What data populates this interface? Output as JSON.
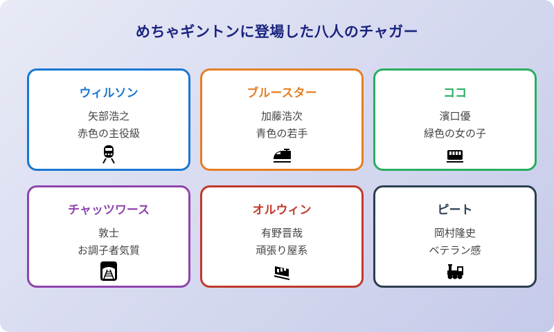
{
  "title": "めちゃギントンに登場した八人のチャガー",
  "colors": {
    "title": "#1a237e",
    "background_start": "#e8eaf6",
    "background_end": "#c5cae9"
  },
  "cards": [
    {
      "name": "ウィルソン",
      "actor": "矢部浩之",
      "role": "赤色の主役級",
      "color": "#1976d2",
      "icon": "train-front-icon"
    },
    {
      "name": "ブルースター",
      "actor": "加藤浩次",
      "role": "青色の若手",
      "color": "#e67e22",
      "icon": "bullet-train-icon"
    },
    {
      "name": "ココ",
      "actor": "濱口優",
      "role": "緑色の女の子",
      "color": "#27ae60",
      "icon": "tram-car-icon"
    },
    {
      "name": "チャッツワース",
      "actor": "敦士",
      "role": "お調子者気質",
      "color": "#8e44ad",
      "icon": "railway-track-icon"
    },
    {
      "name": "オルウィン",
      "actor": "有野晋哉",
      "role": "頑張り屋系",
      "color": "#c0392b",
      "icon": "mountain-railway-icon"
    },
    {
      "name": "ピート",
      "actor": "岡村隆史",
      "role": "ベテラン感",
      "color": "#2c3e50",
      "icon": "steam-locomotive-icon"
    }
  ]
}
